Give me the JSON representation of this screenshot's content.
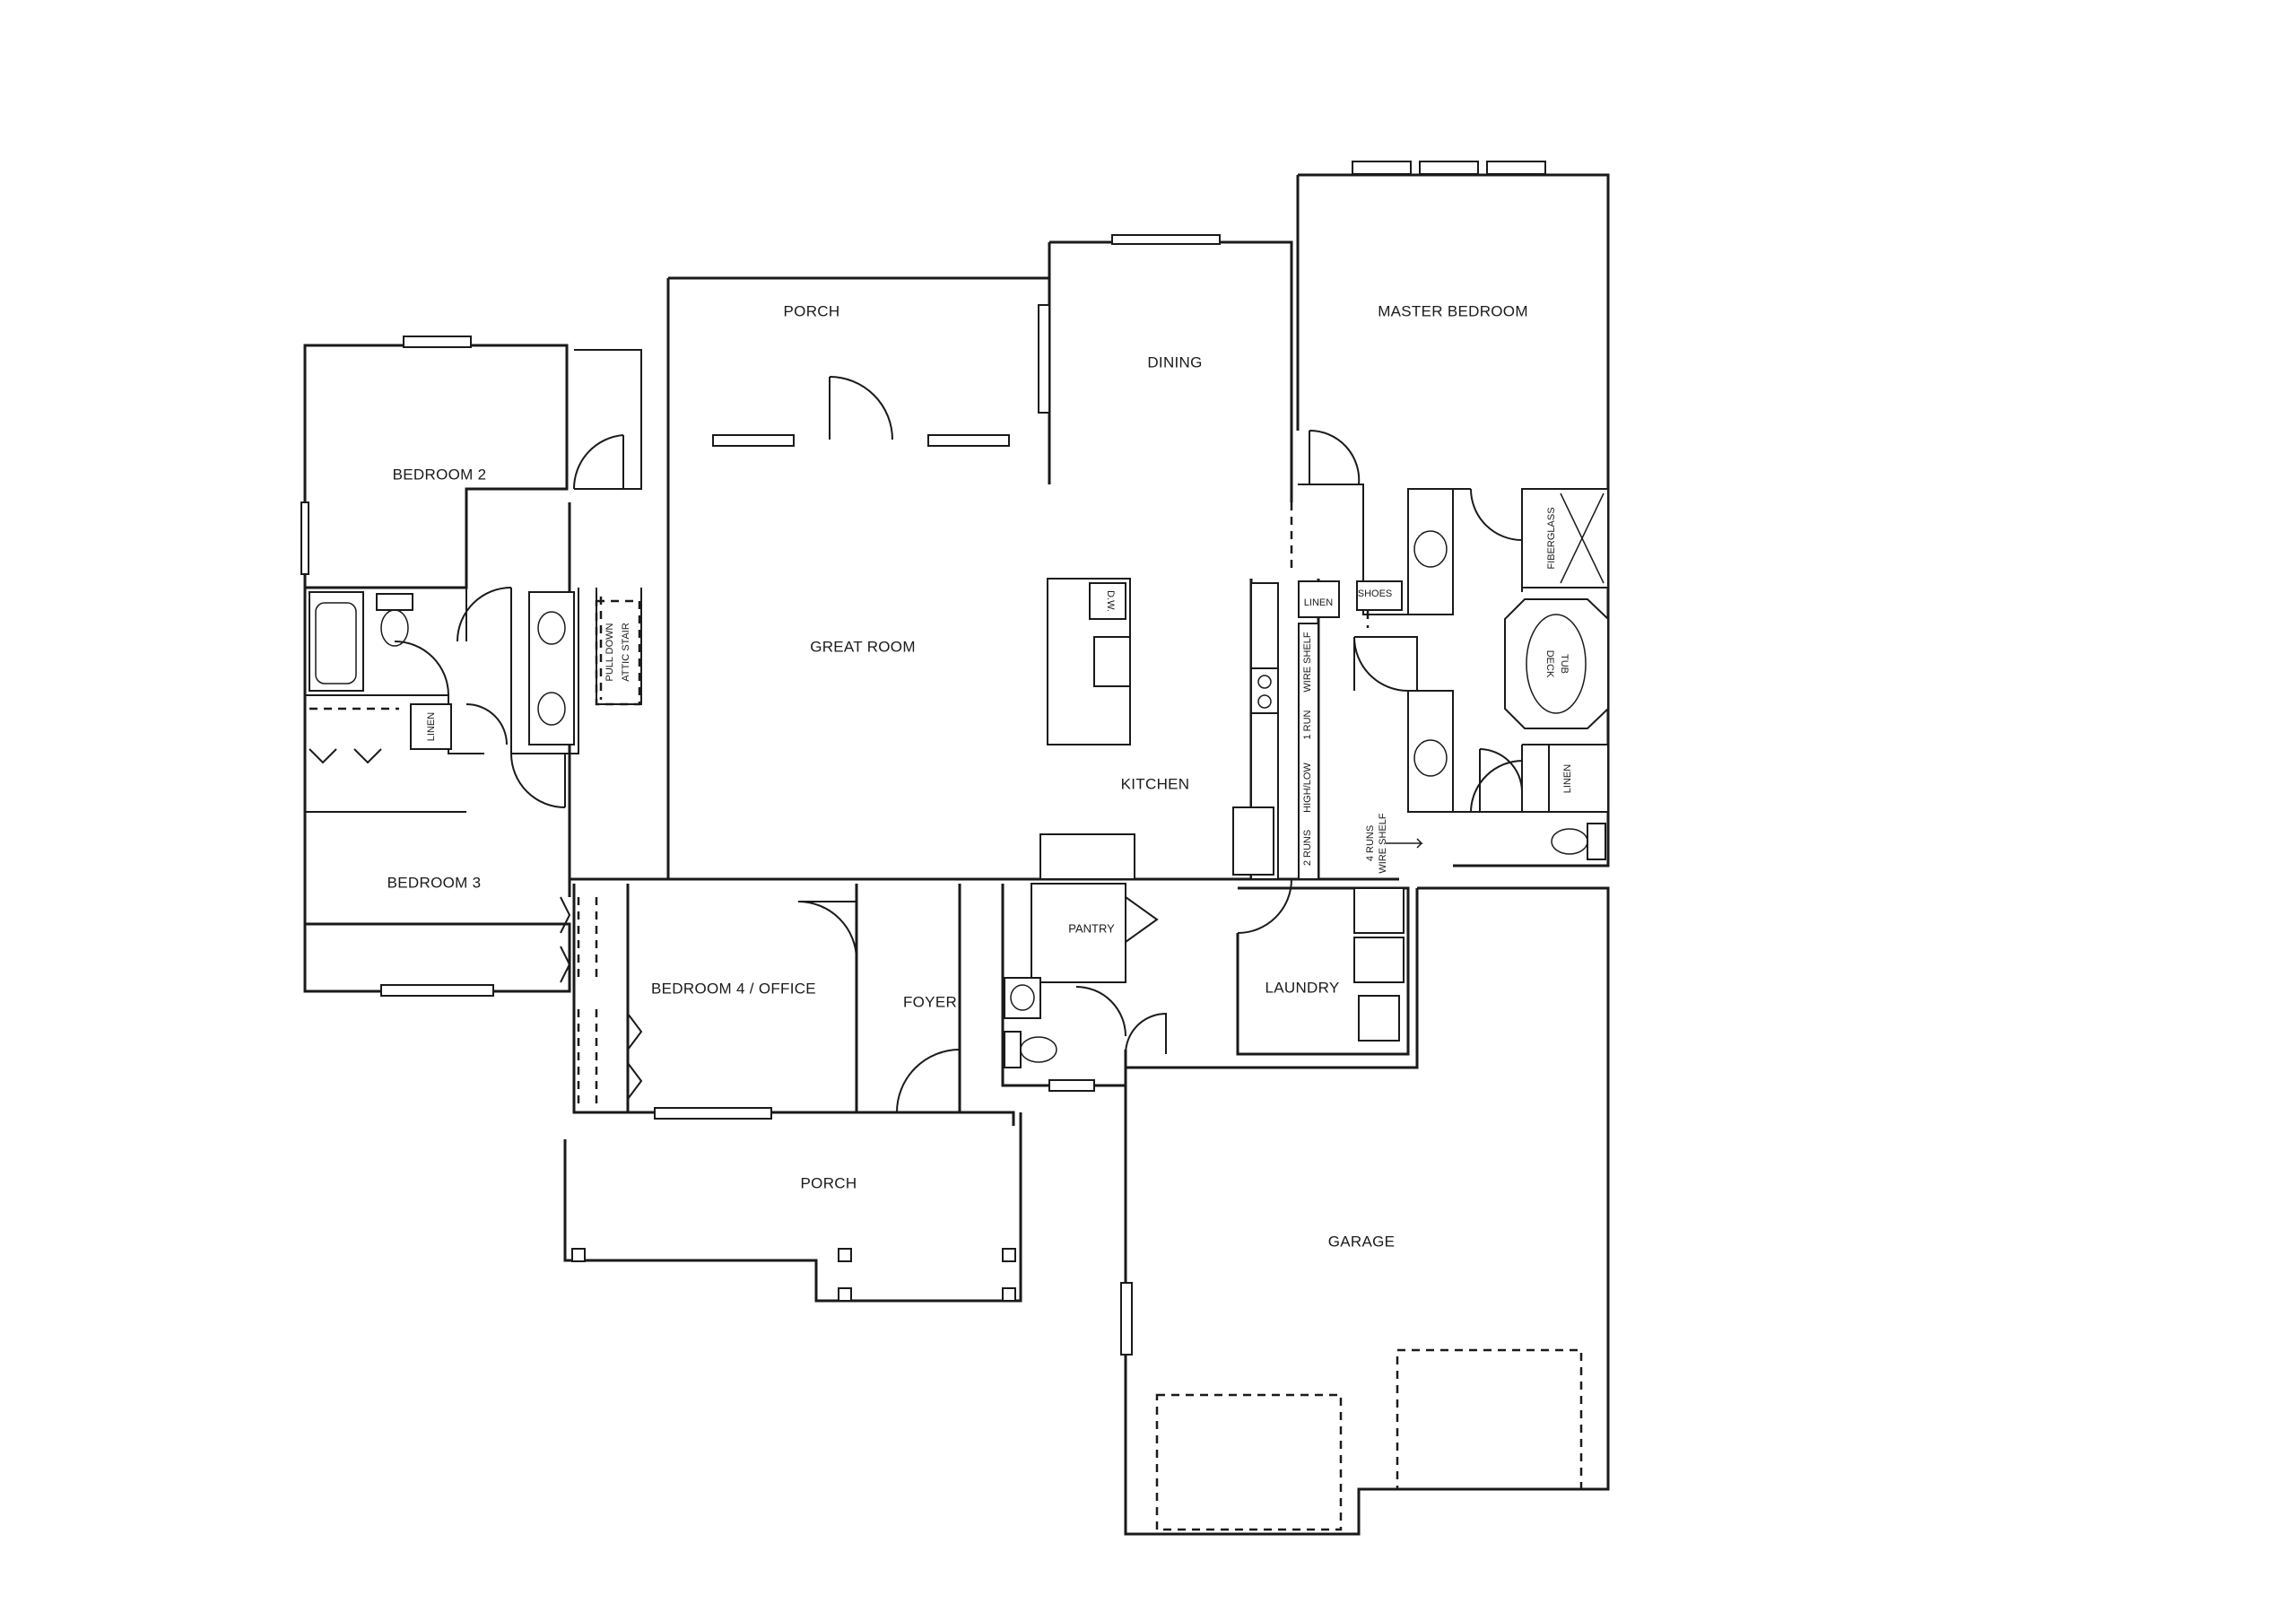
{
  "rooms": {
    "porch_rear": "PORCH",
    "dining": "DINING",
    "master_bedroom": "MASTER BEDROOM",
    "bedroom_2": "BEDROOM 2",
    "great_room": "GREAT ROOM",
    "kitchen": "KITCHEN",
    "bedroom_3": "BEDROOM 3",
    "bedroom_4": "BEDROOM 4 / OFFICE",
    "foyer": "FOYER",
    "pantry": "PANTRY",
    "laundry": "LAUNDRY",
    "porch_front": "PORCH",
    "garage": "GARAGE"
  },
  "fixtures": {
    "dishwasher": "D.W.",
    "attic_line1": "PULL DOWN",
    "attic_line2": "ATTIC STAIR",
    "linen_hall": "LINEN",
    "linen_master_closet": "LINEN",
    "linen_master_bath": "LINEN",
    "shoes": "SHOES",
    "shower": "FIBERGLASS",
    "tub_line1": "DECK",
    "tub_line2": "TUB",
    "wire_1_line1": "1 RUN",
    "wire_1_line2": "WIRE SHELF",
    "wire_2_line1": "2 RUNS",
    "wire_2_line2": "HIGH/LOW",
    "wire_4_line1": "4 RUNS",
    "wire_4_line2": "WIRE SHELF"
  }
}
